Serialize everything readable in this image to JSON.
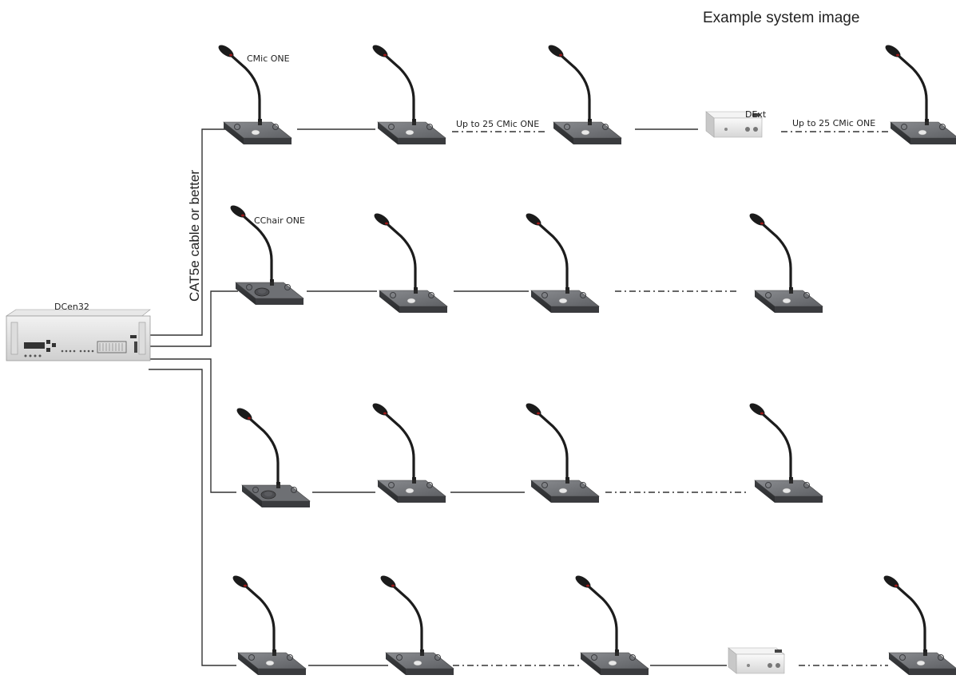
{
  "title": "Example system image",
  "cable_label": "CAT5e cable or better",
  "central_unit_label": "DCen32",
  "labels": {
    "cmic": "CMic ONE",
    "cchair": "CChair ONE",
    "dext": "DExt",
    "up_to_1": "Up to 25 CMic ONE",
    "up_to_2": "Up to 25 CMic ONE"
  }
}
